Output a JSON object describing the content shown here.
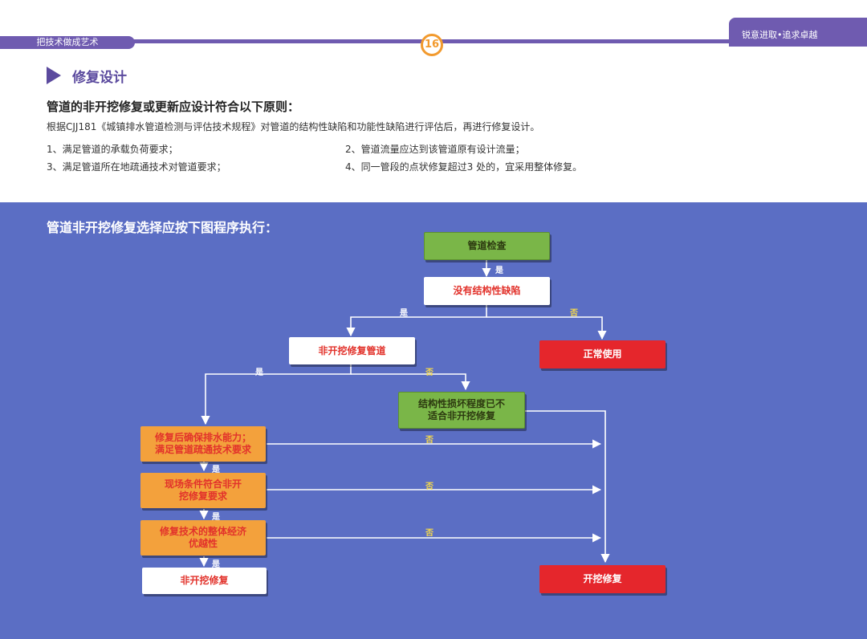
{
  "header": {
    "left_tab": "把技术做成艺术",
    "right_tab": "锐意进取•追求卓越",
    "page_number": "16"
  },
  "section": {
    "title": "修复设计",
    "principle_heading": "管道的非开挖修复或更新应设计符合以下原则：",
    "principle_intro": "根据CJJ181《城镇排水管道检测与评估技术规程》对管道的结构性缺陷和功能性缺陷进行评估后，再进行修复设计。",
    "requirements": [
      "1、满足管道的承载负荷要求；",
      "2、管道流量应达到该管道原有设计流量；",
      "3、满足管道所在地疏通技术对管道要求；",
      "4、同一管段的点状修复超过3 处的，宜采用整体修复。"
    ]
  },
  "flow": {
    "title": "管道非开挖修复选择应按下图程序执行：",
    "yes": "是",
    "no": "否",
    "nodes": {
      "inspect": "管道检查",
      "no_structural": "没有结构性缺陷",
      "normal_use": "正常使用",
      "trenchless_pipe": "非开挖修复管道",
      "damage_unsuitable_1": "结构性损坏程度已不",
      "damage_unsuitable_2": "适合非开挖修复",
      "drainage_1": "修复后确保排水能力；",
      "drainage_2": "满足管道疏通技术要求",
      "site_1": "现场条件符合非开",
      "site_2": "挖修复要求",
      "economy_1": "修复技术的整体经济",
      "economy_2": "优越性",
      "trenchless_repair": "非开挖修复",
      "open_repair": "开挖修复"
    }
  },
  "colors": {
    "header_purple": "#6f5bb0",
    "panel_blue": "#5b6ec4",
    "green": "#7ab648",
    "red": "#e5262c",
    "orange": "#f3a13c"
  }
}
